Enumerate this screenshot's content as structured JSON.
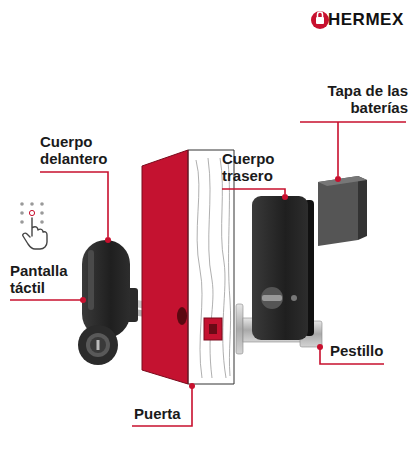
{
  "diagram": {
    "labels": [
      "HERMEX",
      "Cuerpo delantero",
      "Pantalla táctil",
      "Cuerpo trasero",
      "Tapa de las baterías",
      "Pestillo",
      "Puerta"
    ]
  }
}
